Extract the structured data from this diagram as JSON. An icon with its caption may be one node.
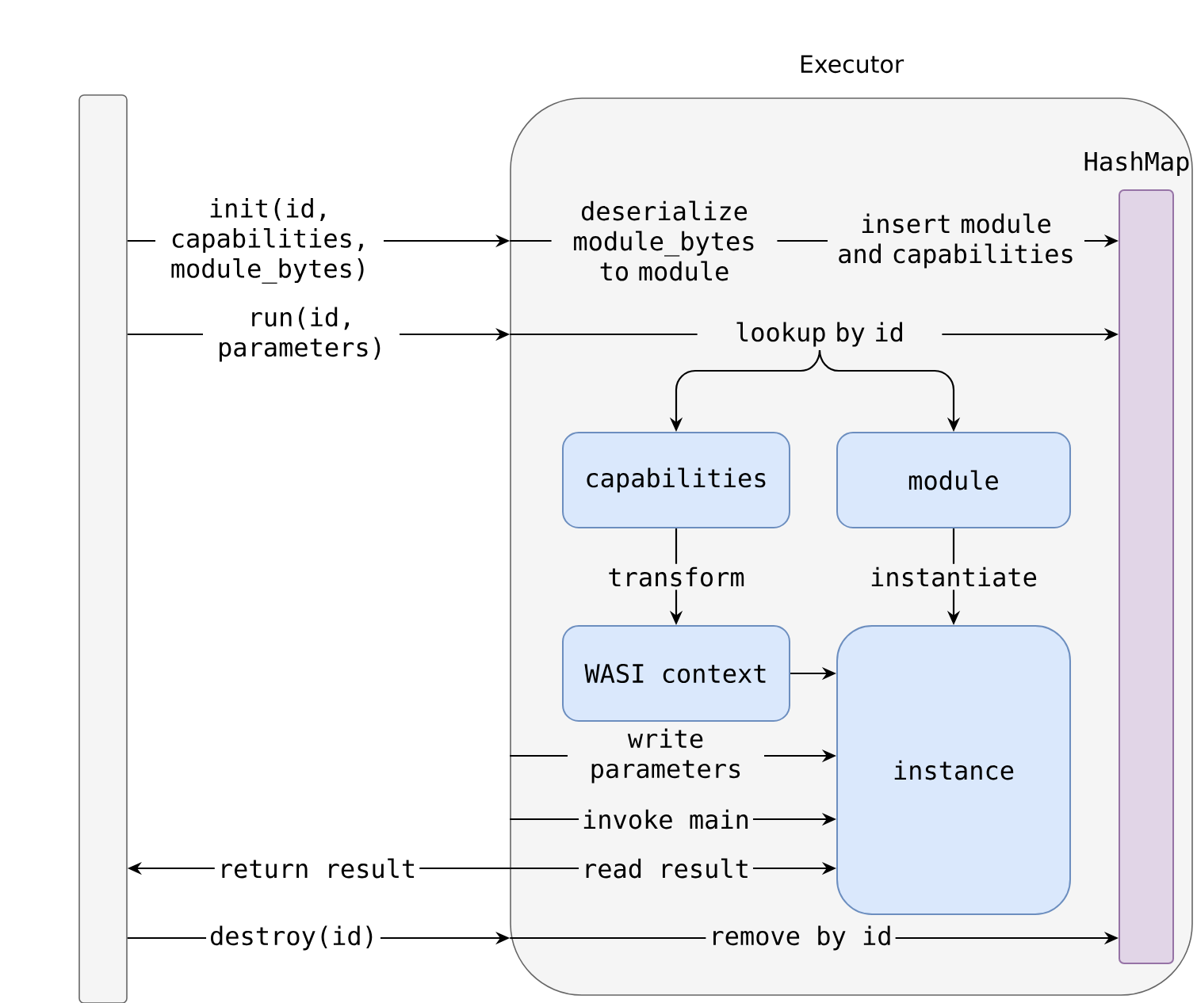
{
  "diagram": {
    "nodes": [
      {
        "text": [],
        "shape": "bar"
      },
      {
        "text": [
          "Executor"
        ]
      },
      {
        "text": [
          "HashMap"
        ],
        "in": 1
      },
      {
        "text": [
          "capabilities"
        ],
        "in": 1
      },
      {
        "text": [
          "module"
        ],
        "in": 1
      },
      {
        "text": [
          "WASI context"
        ],
        "in": 1
      },
      {
        "text": [
          "instance"
        ],
        "in": 1
      },
      {
        "text": [
          "deserialize module_bytes to module"
        ],
        "in": 1
      },
      {
        "text": [
          "lookup by id"
        ],
        "in": 1
      }
    ],
    "edges": [
      {
        "from": 0,
        "to": 1,
        "arrow": "to",
        "label": "init(id, capabilities, module_bytes)"
      },
      {
        "from": 1,
        "to": 7,
        "arrow": "none"
      },
      {
        "from": 7,
        "to": 2,
        "arrow": "to",
        "label": "insert module and capabilities"
      },
      {
        "from": 0,
        "to": 1,
        "arrow": "to",
        "label": "run(id, parameters)"
      },
      {
        "from": 1,
        "to": 8,
        "arrow": "none"
      },
      {
        "from": 8,
        "to": 2,
        "arrow": "to"
      },
      {
        "from": 8,
        "to": 3,
        "arrow": "to"
      },
      {
        "from": 8,
        "to": 4,
        "arrow": "to"
      },
      {
        "from": 3,
        "to": 5,
        "arrow": "to",
        "label": "transform"
      },
      {
        "from": 4,
        "to": 6,
        "arrow": "to",
        "label": "instantiate"
      },
      {
        "from": 5,
        "to": 6,
        "arrow": "to"
      },
      {
        "from": 1,
        "to": 6,
        "arrow": "to",
        "label": "write parameters"
      },
      {
        "from": 1,
        "to": 6,
        "arrow": "to",
        "label": "invoke main"
      },
      {
        "from": 1,
        "to": 6,
        "arrow": "to",
        "label": "read result"
      },
      {
        "from": 1,
        "to": 0,
        "arrow": "to",
        "label": "return result"
      },
      {
        "from": 0,
        "to": 1,
        "arrow": "to",
        "label": "destroy(id)"
      },
      {
        "from": 1,
        "to": 2,
        "arrow": "to",
        "label": "remove by id"
      }
    ]
  }
}
